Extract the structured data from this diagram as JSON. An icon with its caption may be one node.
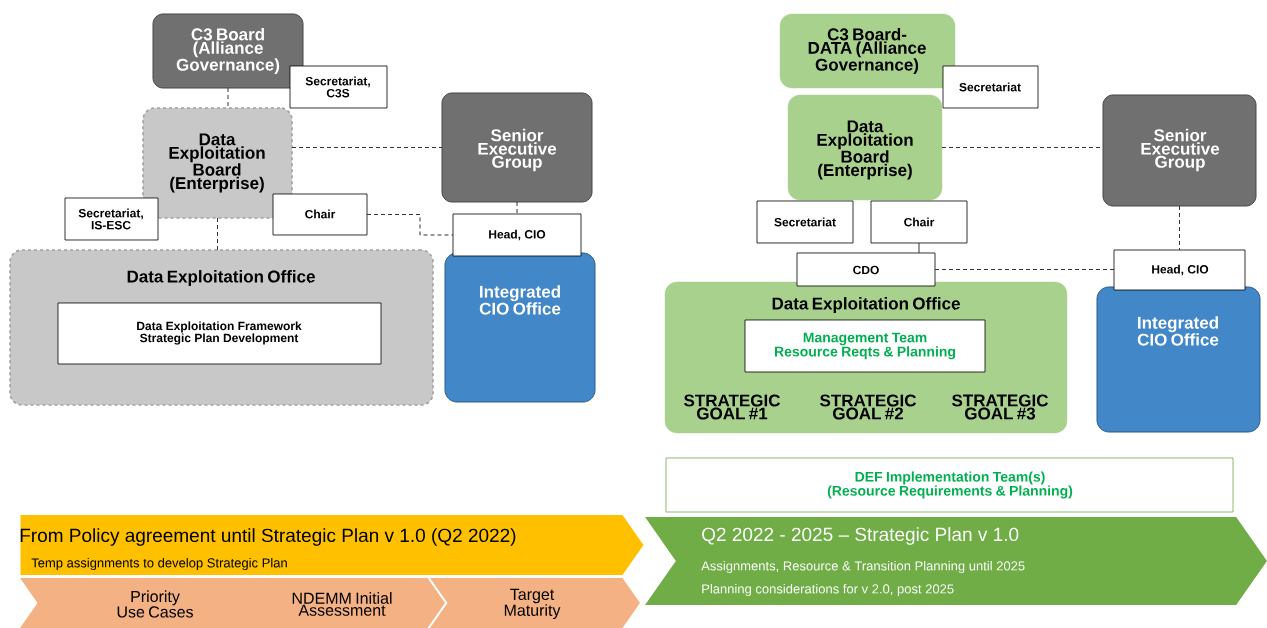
{
  "diagram": {
    "nodes": [
      {
        "text": [
          "C3 Board (Alliance Governance)"
        ]
      },
      {
        "text": [
          "Secretariat, C3S"
        ]
      },
      {
        "text": [
          "Data Exploitation Board (Enterprise)"
        ]
      },
      {
        "text": [
          "Secretariat, IS-ESC"
        ]
      },
      {
        "text": [
          "Chair"
        ]
      },
      {
        "text": [
          "Senior Executive Group"
        ]
      },
      {
        "text": [
          "Head, CIO"
        ]
      },
      {
        "text": [
          "Data Exploitation Office"
        ]
      },
      {
        "text": [
          "Data Exploitation  Framework Strategic Plan Development"
        ],
        "in": 7
      },
      {
        "text": [
          "Integrated CIO Office"
        ]
      },
      {
        "text": [
          "C3 Board-DATA (Alliance Governance)"
        ]
      },
      {
        "text": [
          "Secretariat"
        ]
      },
      {
        "text": [
          "Data Exploitation Board (Enterprise)"
        ]
      },
      {
        "text": [
          "Secretariat"
        ]
      },
      {
        "text": [
          "Chair"
        ]
      },
      {
        "text": [
          "Senior Executive Group"
        ]
      },
      {
        "text": [
          "CDO"
        ]
      },
      {
        "text": [
          "Head, CIO"
        ]
      },
      {
        "text": [
          "Data Exploitation Office",
          "STRATEGIC GOAL #1",
          "STRATEGIC GOAL #2",
          "STRATEGIC GOAL #3"
        ]
      },
      {
        "text": [
          "Management Team Resource Reqts & Planning"
        ],
        "in": 18
      },
      {
        "text": [
          "Integrated CIO Office"
        ]
      },
      {
        "text": [
          "DEF Implementation Team(s) (Resource Requirements & Planning)"
        ]
      },
      {
        "text": [
          "From Policy agreement until Strategic Plan v 1.0 (Q2 2022)",
          "Temp assignments to develop Strategic Plan"
        ]
      },
      {
        "text": [
          "Priority Use Cases"
        ]
      },
      {
        "text": [
          "NDEMM Initial Assessment"
        ]
      },
      {
        "text": [
          "Target Maturity"
        ]
      },
      {
        "text": [
          "Q2 2022 - 2025 –  Strategic Plan v 1.0",
          "Assignments, Resource & Transition Planning until 2025",
          "Planning considerations for v 2.0, post 2025"
        ]
      }
    ],
    "edges": [
      {
        "from": 0,
        "to": 2,
        "arrow": "none",
        "style": "dashed"
      },
      {
        "from": 2,
        "to": 5,
        "arrow": "none",
        "style": "dashed"
      },
      {
        "from": 2,
        "to": 7,
        "arrow": "none",
        "style": "dashed"
      },
      {
        "from": 4,
        "to": 6,
        "arrow": "none",
        "style": "dashed"
      },
      {
        "from": 5,
        "to": 6,
        "arrow": "none",
        "style": "dashed"
      },
      {
        "from": 12,
        "to": 15,
        "arrow": "none",
        "style": "dashed"
      },
      {
        "from": 14,
        "to": 16,
        "arrow": "none"
      },
      {
        "from": 16,
        "to": 17,
        "arrow": "none",
        "style": "dashed"
      },
      {
        "from": 15,
        "to": 17,
        "arrow": "none",
        "style": "dashed"
      }
    ]
  }
}
